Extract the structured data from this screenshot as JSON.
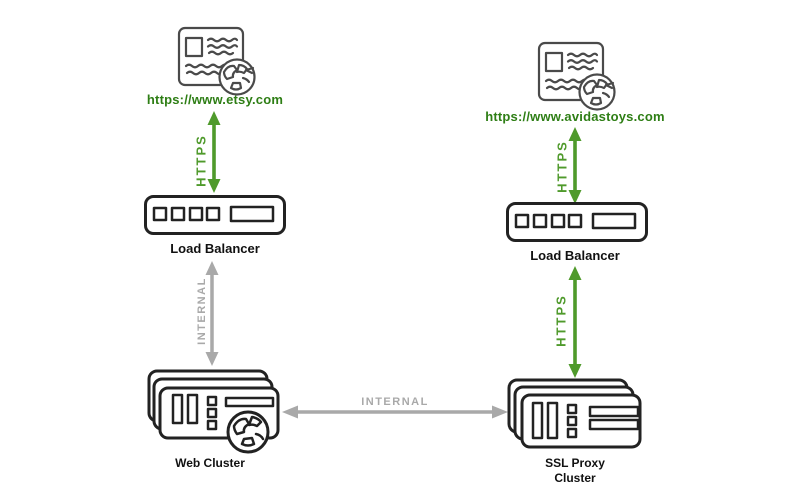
{
  "nodes": {
    "left": {
      "browser_url": "https://www.etsy.com",
      "load_balancer": "Load Balancer",
      "cluster": "Web Cluster"
    },
    "right": {
      "browser_url": "https://www.avidastoys.com",
      "load_balancer": "Load Balancer",
      "cluster": "SSL Proxy Cluster"
    }
  },
  "connections": {
    "https_label": "HTTPS",
    "internal_label": "INTERNAL"
  },
  "icons": {
    "left_browser": "browser-page-with-globe-icon",
    "right_browser": "browser-page-with-globe-icon",
    "left_load_balancer": "load-balancer-appliance-icon",
    "right_load_balancer": "load-balancer-appliance-icon",
    "web_cluster": "server-stack-with-globe-icon",
    "ssl_proxy_cluster": "server-stack-icon"
  },
  "colors": {
    "https_green": "#4f9a2b",
    "url_green": "#2e7e15",
    "internal_gray": "#a9a9a9",
    "outline_dark": "#222222",
    "browser_outline": "#4a4a4a",
    "label_black": "#111111",
    "background": "#ffffff"
  }
}
